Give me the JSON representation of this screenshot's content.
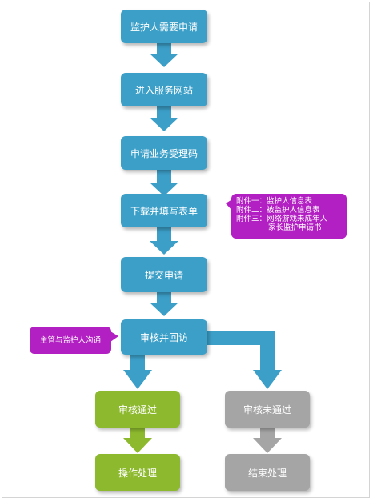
{
  "steps": {
    "s1": "监护人需要申请",
    "s2": "进入服务网站",
    "s3": "申请业务受理码",
    "s4": "下载并填写表单",
    "s5": "提交申请",
    "s6": "审核并回访",
    "pass": "审核通过",
    "fail": "审核未通过",
    "handle": "操作处理",
    "end": "结束处理"
  },
  "notes": {
    "attachments": {
      "line1": "附件一：监护人信息表",
      "line2": "附件二：被监护人信息表",
      "line3": "附件三：网络游戏未成年人",
      "line4": "家长监护申请书"
    },
    "communicate": "主管与监护人沟通"
  },
  "colors": {
    "blue": "#3c9fc8",
    "green": "#8db92e",
    "gray": "#a5a5a5",
    "note": "#b21fc2"
  }
}
